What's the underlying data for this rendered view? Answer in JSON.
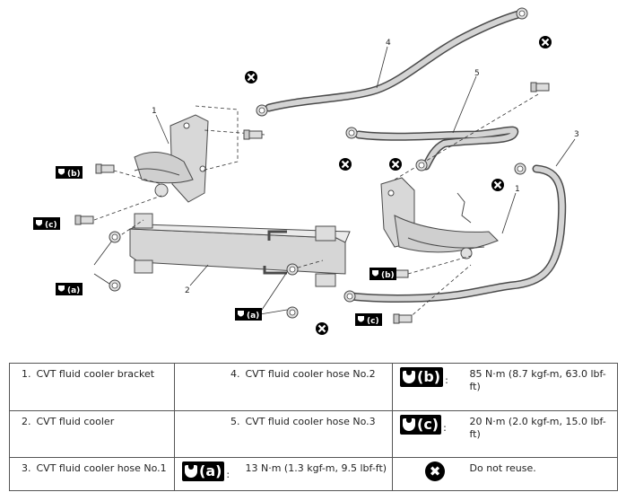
{
  "diagram": {
    "callouts": [
      "1",
      "2",
      "3",
      "4",
      "5",
      "1"
    ],
    "torque_marks": [
      "(a)",
      "(b)",
      "(c)"
    ]
  },
  "legend": {
    "rows": [
      [
        {
          "num": "1.",
          "text": "CVT fluid cooler bracket"
        },
        {
          "num": "4.",
          "text": "CVT fluid cooler hose No.2"
        },
        {
          "sym": "(b)",
          "text": "85 N·m (8.7 kgf-m, 63.0 lbf-ft)"
        }
      ],
      [
        {
          "num": "2.",
          "text": "CVT fluid cooler"
        },
        {
          "num": "5.",
          "text": "CVT fluid cooler hose No.3"
        },
        {
          "sym": "(c)",
          "text": "20 N·m (2.0 kgf-m, 15.0 lbf-ft)"
        }
      ],
      [
        {
          "num": "3.",
          "text": "CVT fluid cooler hose No.1"
        },
        {
          "sym": "(a)",
          "text": "13 N·m (1.3 kgf-m, 9.5 lbf-ft)"
        },
        {
          "sym": "✖",
          "text": "Do not reuse."
        }
      ]
    ],
    "colon": ":"
  },
  "colors": {
    "ink": "#000000",
    "part": "#d4d4d4",
    "part_edge": "#4a4a4a"
  }
}
